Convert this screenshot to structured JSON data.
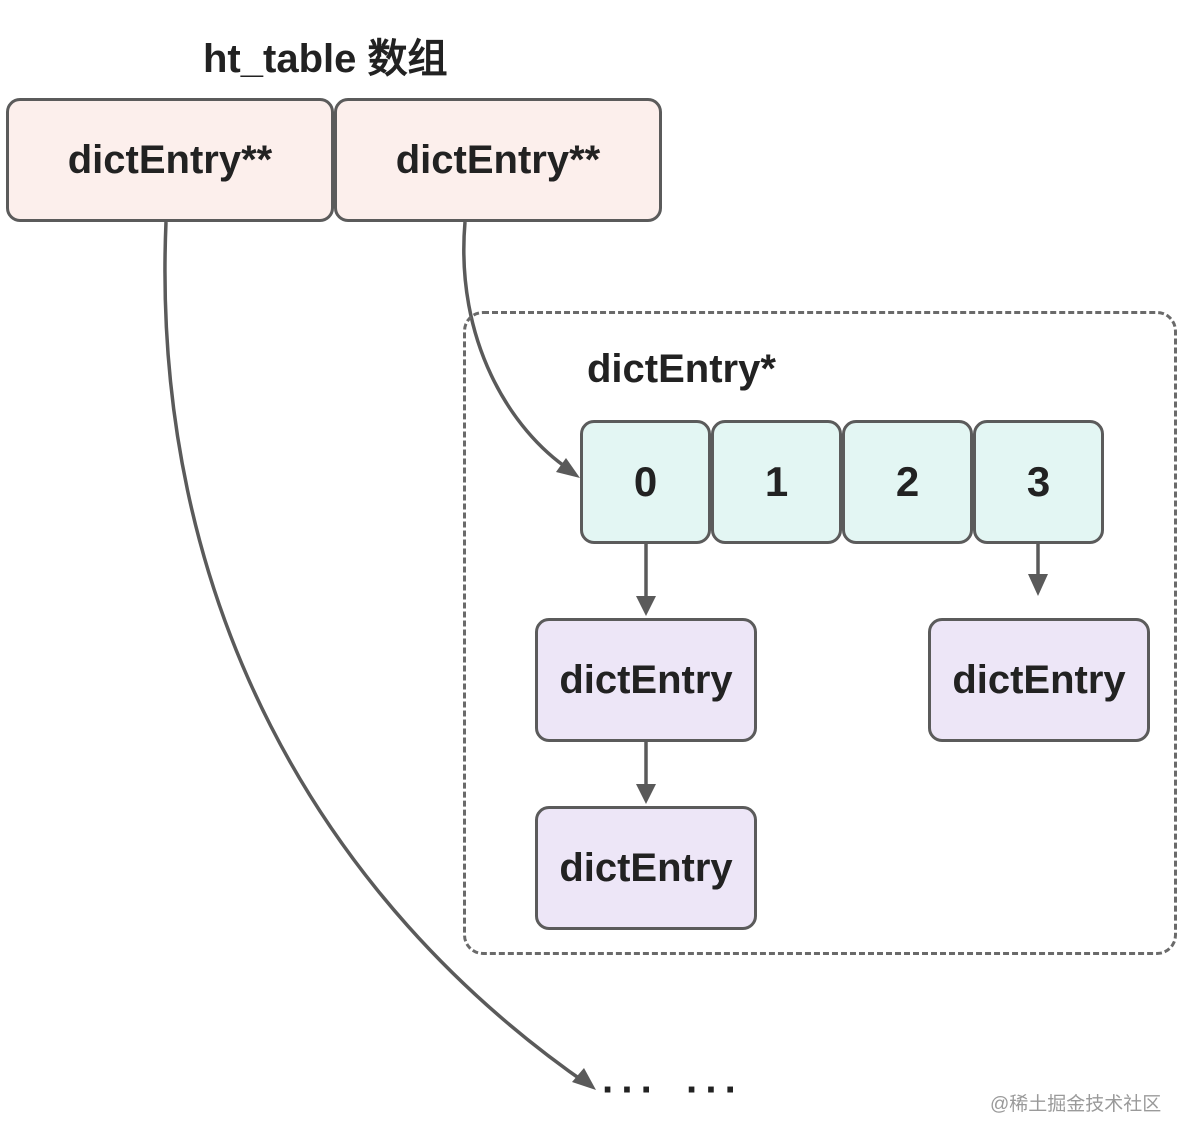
{
  "title": "ht_table 数组",
  "table_slots": [
    {
      "label": "dictEntry**"
    },
    {
      "label": "dictEntry**"
    }
  ],
  "bucket_array": {
    "label": "dictEntry*",
    "indices": [
      "0",
      "1",
      "2",
      "3"
    ]
  },
  "entries": {
    "bucket0_first": "dictEntry",
    "bucket0_second": "dictEntry",
    "bucket3_first": "dictEntry"
  },
  "ellipsis": [
    "···",
    "···"
  ],
  "watermark": "@稀土掘金技术社区",
  "colors": {
    "pointer_box_fill": "#fcefec",
    "index_box_fill": "#e3f6f3",
    "entry_box_fill": "#ede6f7",
    "border": "#5b5b5b",
    "arrow": "#5a5a5a"
  }
}
